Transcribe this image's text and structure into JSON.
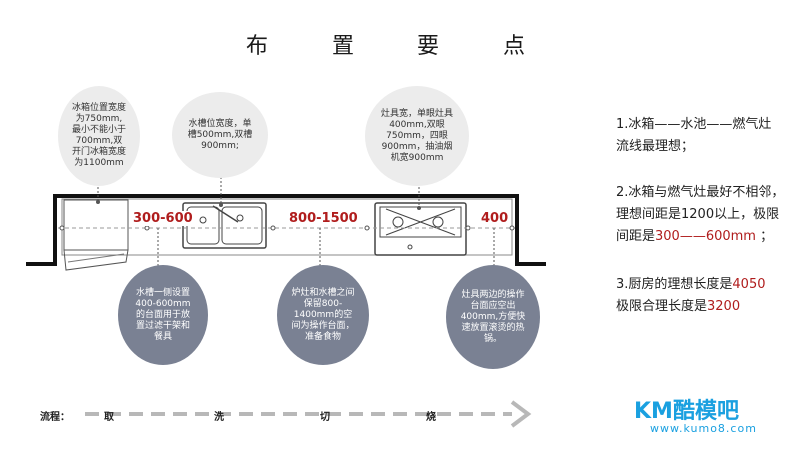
{
  "title": [
    "布",
    "置",
    "要",
    "点"
  ],
  "top_bubbles": [
    "冰箱位置宽度为750mm,最小不能小于700mm,双开门冰箱宽度为1100mm",
    "水槽位宽度，单槽500mm,双槽900mm;",
    "灶具宽，单眼灶具400mm,双眼750mm，四眼900mm，抽油烟机宽900mm"
  ],
  "bottom_bubbles": [
    "水槽一侧设置400-600mm的台面用于放置过滤干架和餐具",
    "炉灶和水槽之间保留800-1400mm的空间为操作台面，准备食物",
    "灶具两边的操作台面应空出400mm,方便快速放置滚烫的热锅。"
  ],
  "dimensions": [
    "300-600",
    "800-1500",
    "400"
  ],
  "notes": {
    "n1_line1": "1.冰箱——水池——燃气灶",
    "n1_line2": "流线最理想；",
    "n2_line1": "2.冰箱与燃气灶最好不相邻，",
    "n2_line2": "理想间距是1200以上，极限",
    "n2_line3_prefix": "间距是",
    "n2_line3_red": "300——600mm",
    "n2_line3_suffix": " ；",
    "n3_line1_prefix": "3.厨房的理想长度是",
    "n3_line1_red": "4050",
    "n3_line2_prefix": "极限合理长度是",
    "n3_line2_red": "3200"
  },
  "flow": {
    "label": "流程：",
    "steps": [
      "取",
      "洗",
      "切",
      "烧"
    ]
  },
  "logo": {
    "text": "KM酷模吧",
    "url": "www.kumo8.com"
  },
  "colors": {
    "accent_red": "#b01d1d",
    "bubble_dark": "#7a8193",
    "bubble_light": "#ececec",
    "logo_blue": "#1aa0e0"
  }
}
